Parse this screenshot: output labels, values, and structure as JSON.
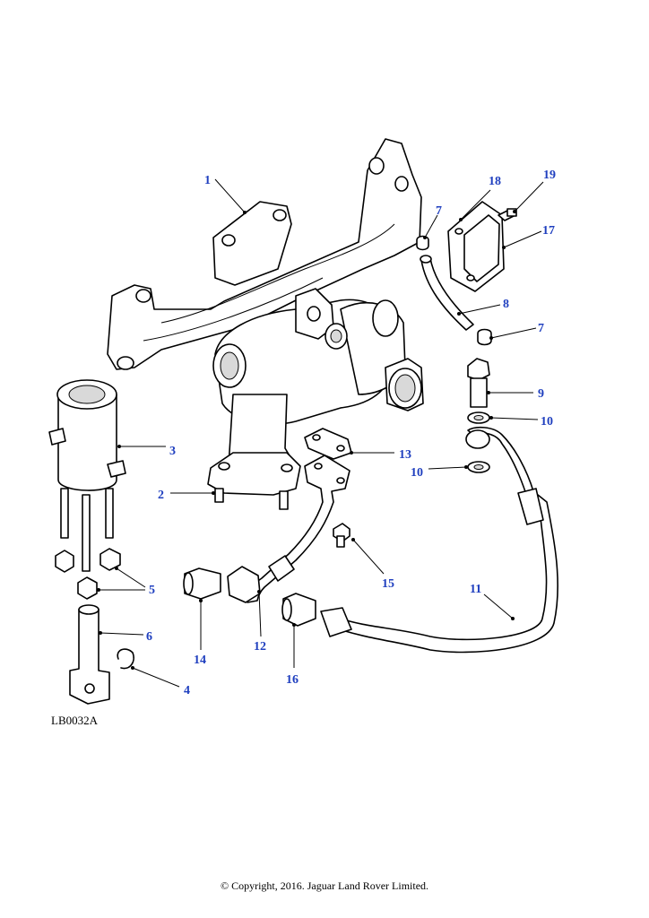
{
  "callouts": {
    "c1": "1",
    "c2": "2",
    "c3": "3",
    "c4": "4",
    "c5": "5",
    "c6": "6",
    "c7a": "7",
    "c7b": "7",
    "c8": "8",
    "c9": "9",
    "c10a": "10",
    "c10b": "10",
    "c11": "11",
    "c12": "12",
    "c13": "13",
    "c14": "14",
    "c15": "15",
    "c16": "16",
    "c17": "17",
    "c18": "18",
    "c19": "19"
  },
  "reference_code": "LB0032A",
  "copyright": "© Copyright, 2016. Jaguar Land Rover Limited.",
  "colors": {
    "callout": "#1f3fbf",
    "line": "#000000",
    "background": "#ffffff"
  }
}
